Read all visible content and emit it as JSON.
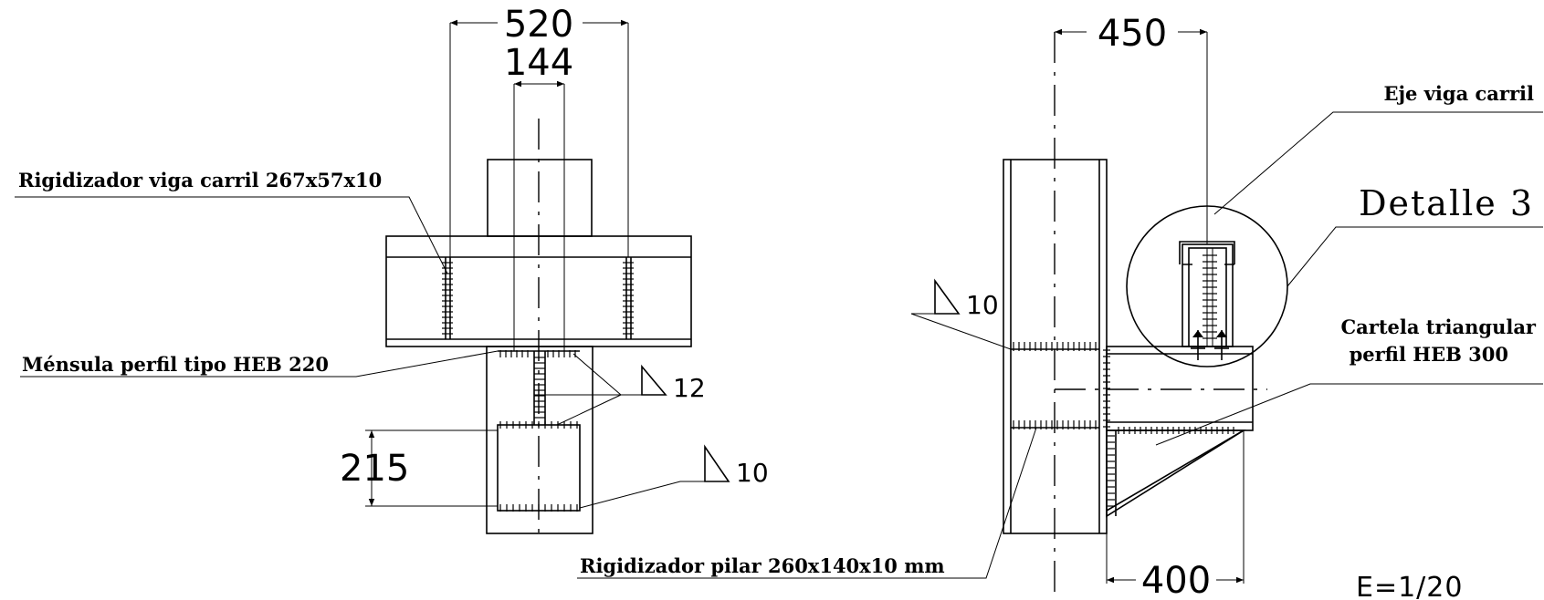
{
  "labels": {
    "rig_viga": "Rigidizador viga carril 267x57x10",
    "mensula": "Ménsula perfil tipo HEB 220",
    "rig_pilar": "Rigidizador pilar 260x140x10 mm",
    "eje_viga": "Eje viga carril",
    "detalle": "Detalle 3",
    "cartela_1": "Cartela triangular",
    "cartela_2": "perfil HEB 300",
    "escala": "E=1/20"
  },
  "dimensions": {
    "d520": "520",
    "d144": "144",
    "d215": "215",
    "d450": "450",
    "d400": "400"
  },
  "welds": {
    "w12": "12",
    "w10_left": "10",
    "w10_right": "10"
  }
}
